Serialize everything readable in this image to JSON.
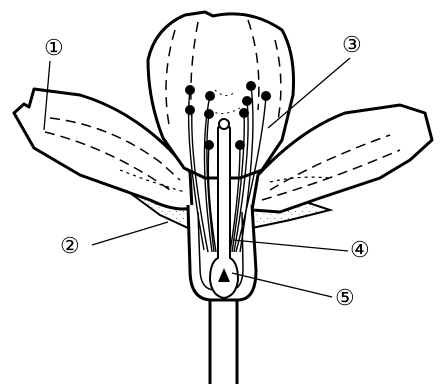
{
  "labels": {
    "l1": "①",
    "l2": "②",
    "l3": "③",
    "l4": "④",
    "l5": "⑤"
  },
  "stamen_count": 10,
  "colors": {
    "stroke": "#000000",
    "background": "#ffffff",
    "stipple": "#7a7a7a"
  }
}
